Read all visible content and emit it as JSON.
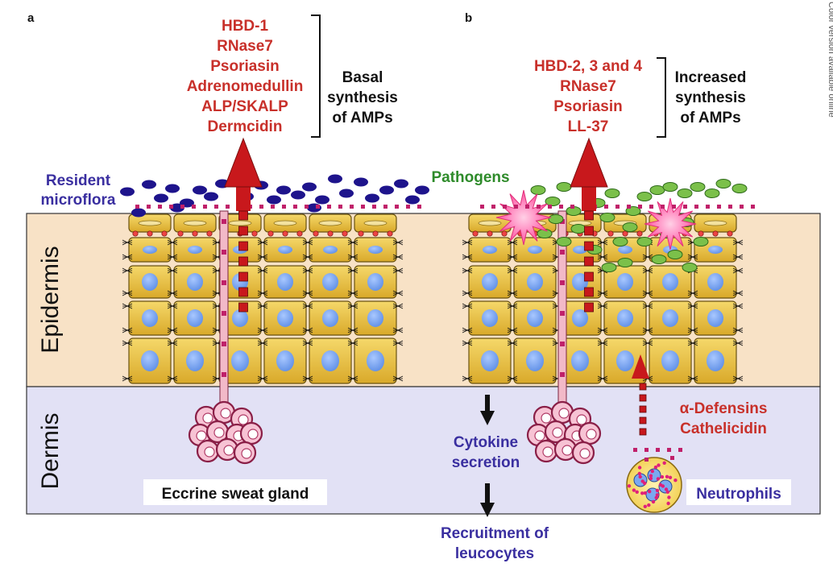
{
  "panels": {
    "a": {
      "letter": "a",
      "amp_list": [
        "HBD-1",
        "RNase7",
        "Psoriasin",
        "Adrenomedullin",
        "ALP/SKALP",
        "Dermcidin"
      ],
      "bracket_label": [
        "Basal",
        "synthesis",
        "of AMPs"
      ],
      "microflora_label": [
        "Resident",
        "microflora"
      ],
      "gland_label": "Eccrine sweat gland"
    },
    "b": {
      "letter": "b",
      "amp_list": [
        "HBD-2, 3 and 4",
        "RNase7",
        "Psoriasin",
        "LL-37"
      ],
      "bracket_label": [
        "Increased",
        "synthesis",
        "of AMPs"
      ],
      "pathogens_label": "Pathogens",
      "cytokine_label": [
        "Cytokine",
        "secretion"
      ],
      "recruitment_label": [
        "Recruitment of",
        "leucocytes"
      ],
      "defensins_label": [
        "α-Defensins",
        "Cathelicidin"
      ],
      "neutrophils_label": "Neutrophils"
    }
  },
  "layers": {
    "epidermis": "Epidermis",
    "dermis": "Dermis"
  },
  "side_note": "Color version available online",
  "colors": {
    "amp_red": "#c8302a",
    "label_blue": "#3a2fa0",
    "pathogen_green": "#2e8b2a",
    "epidermis_bg": "#f8e2c6",
    "dermis_bg": "#e2e1f5",
    "cell_fill": "#e8c23a",
    "nucleus": "#7aa8f0",
    "microflora": "#1e148c"
  }
}
